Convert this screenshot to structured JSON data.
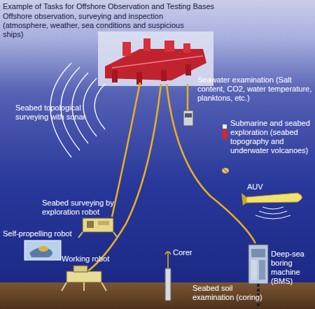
{
  "diagram": {
    "title": "Example of Tasks for Offshore Observation and Testing Bases",
    "labels": [
      "Offshore observation, surveying and inspection (atmosphere, weather, sea conditions and suspicious ships)",
      "Seawater examination (Salt content, CO2, water temperature, planktons, etc.)",
      "Submarine and seabed exploration (seabed topography and underwater volcanoes)",
      "Seabed topological surveying with sonar",
      "AUV",
      "Seabed surveying by exploration robot",
      "Self-propelling robot",
      "Working robot",
      "Corer",
      "Deep-sea boring machine (BMS)",
      "Seabed soil examination (coring)"
    ]
  }
}
